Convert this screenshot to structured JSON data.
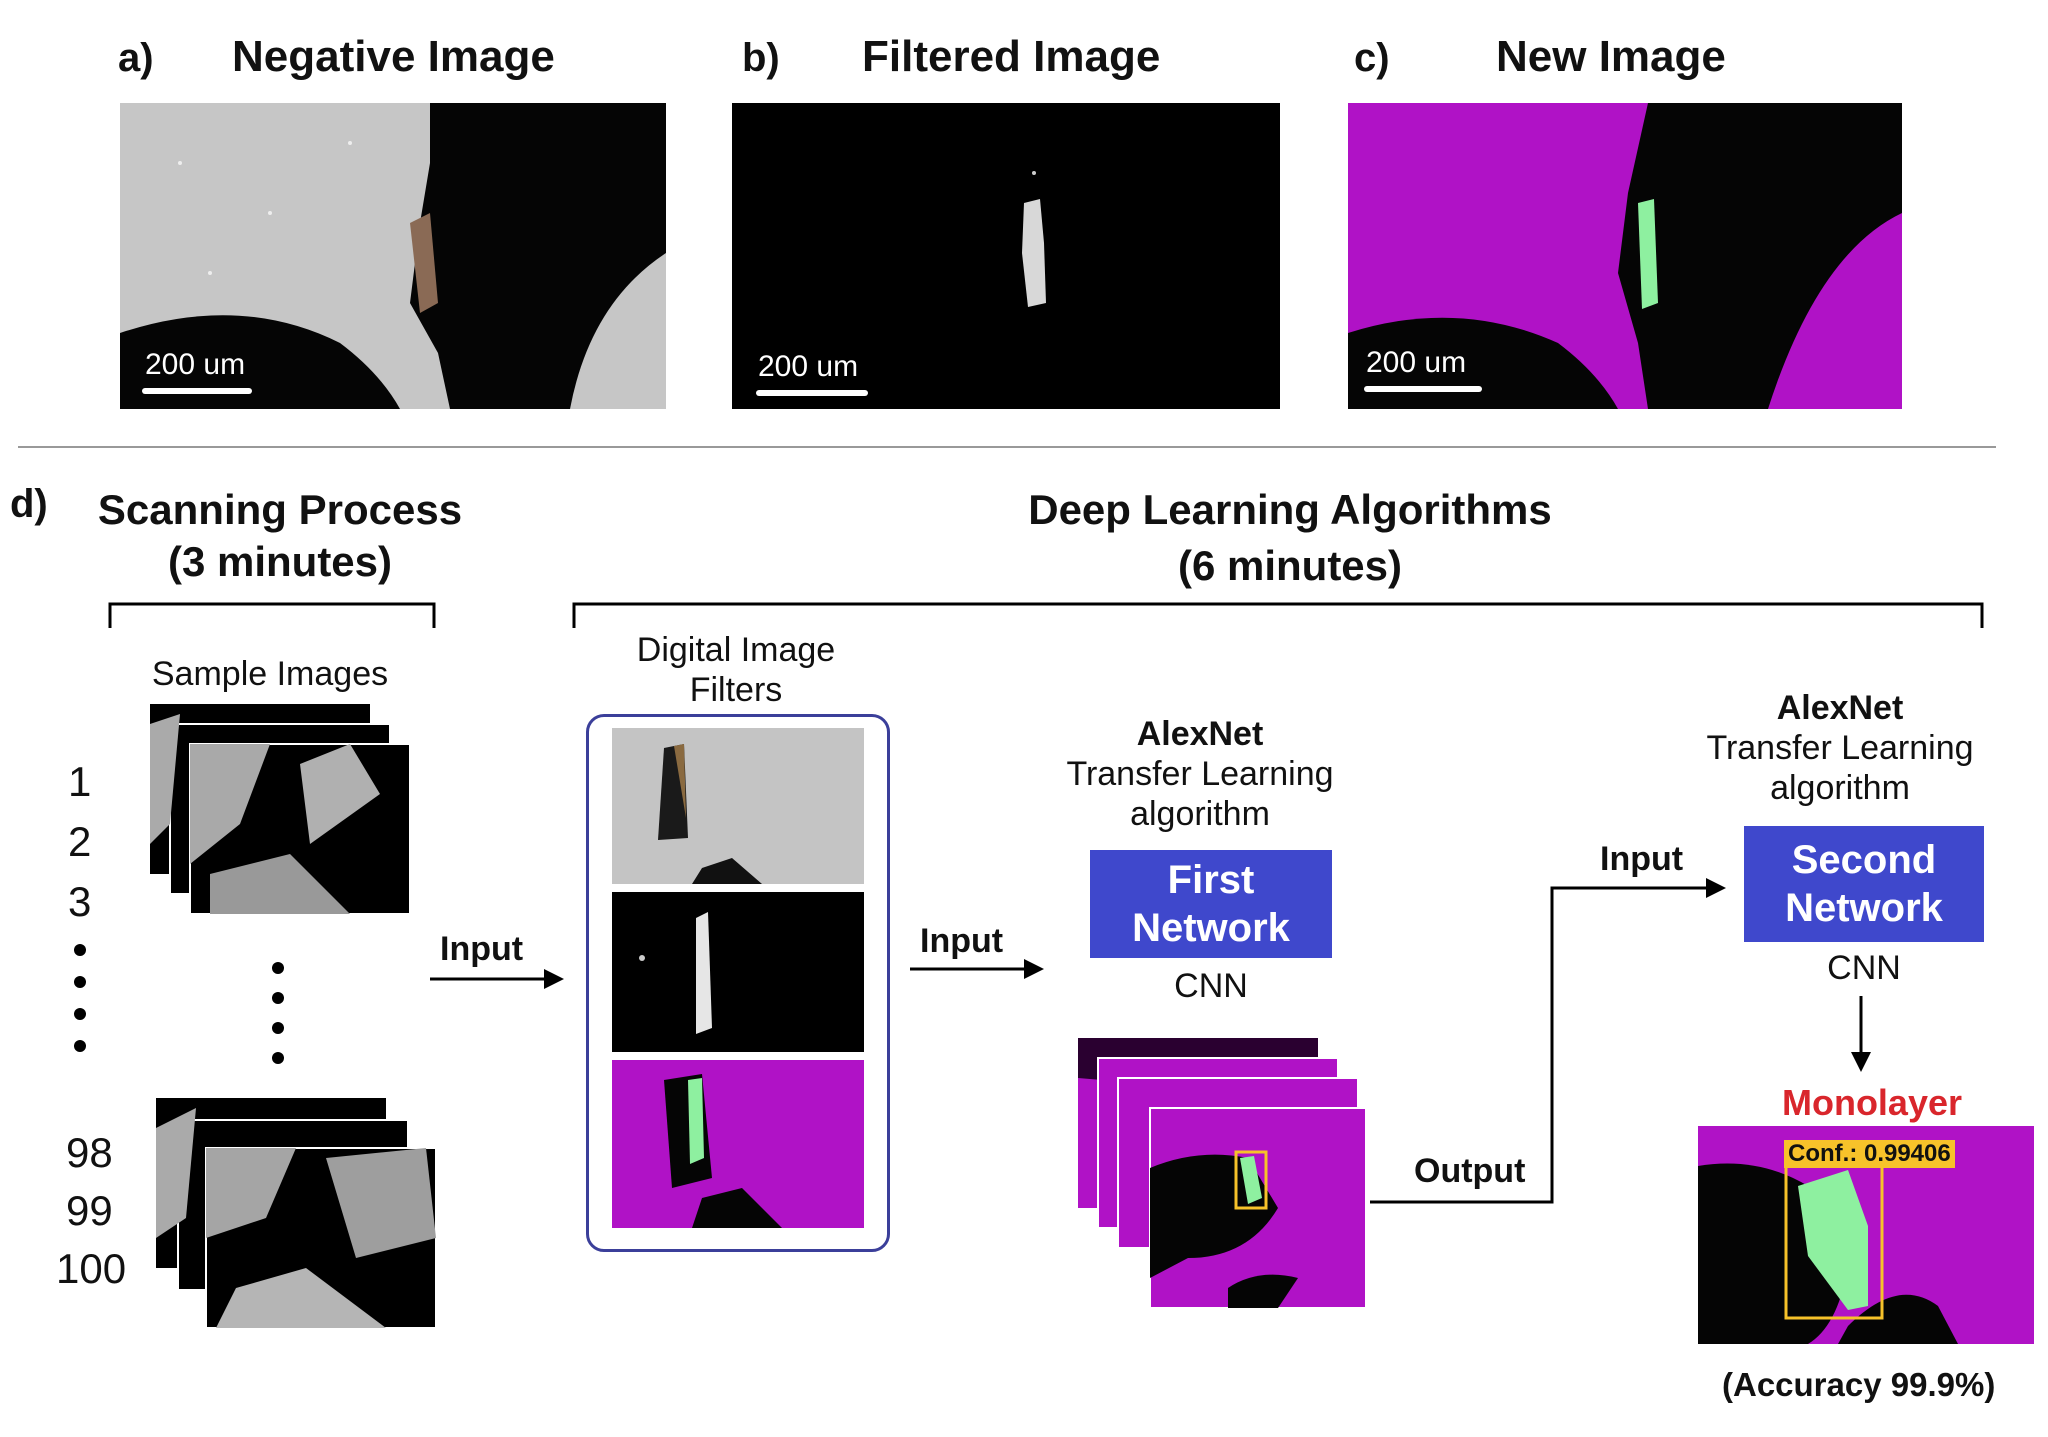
{
  "panels": [
    {
      "letter": "a)",
      "title": "Negative Image",
      "scale": "200 um"
    },
    {
      "letter": "b)",
      "title": "Filtered Image",
      "scale": "200 um"
    },
    {
      "letter": "c)",
      "title": "New Image",
      "scale": "200 um"
    }
  ],
  "section_d": {
    "letter": "d)",
    "scanning_title_line1": "Scanning Process",
    "scanning_title_line2": "(3 minutes)",
    "dl_title_line1": "Deep Learning Algorithms",
    "dl_title_line2": "(6 minutes)",
    "sample_images_label": "Sample Images",
    "numbers_top": [
      "1",
      "2",
      "3"
    ],
    "numbers_bottom": [
      "98",
      "99",
      "100"
    ],
    "filters_label_line1": "Digital Image",
    "filters_label_line2": "Filters",
    "input_label": "Input",
    "output_label": "Output",
    "first_network": {
      "name": "AlexNet",
      "desc_line1": "Transfer Learning",
      "desc_line2": "algorithm",
      "box_line1": "First",
      "box_line2": "Network",
      "type": "CNN"
    },
    "second_network": {
      "name": "AlexNet",
      "desc_line1": "Transfer Learning",
      "desc_line2": "algorithm",
      "box_line1": "Second",
      "box_line2": "Network",
      "type": "CNN"
    },
    "result_label": "Monolayer",
    "confidence": "Conf.: 0.99406",
    "accuracy": "(Accuracy 99.9%)"
  },
  "colors": {
    "magenta": "#b012c6",
    "network_blue": "#3f48cc",
    "monolayer_red": "#d9262c",
    "flake_green": "#8ef0a0",
    "conf_yellow": "#f7c22a",
    "gray_substrate": "#c4c4c4"
  }
}
